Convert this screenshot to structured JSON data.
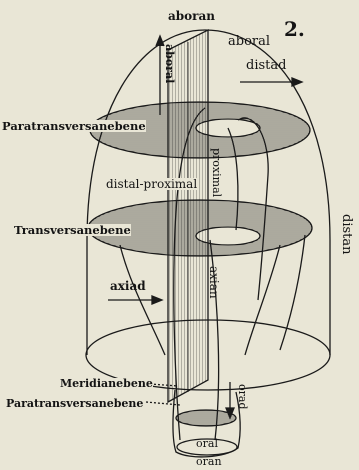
{
  "figure": {
    "number": "2.",
    "labels": {
      "aboran": "aboran",
      "aboral_top": "aboral",
      "abora_vertical": "aboral",
      "distad": "distad",
      "paratransversal_top": "Paratransversanebene",
      "proximal_vertical": "proximal",
      "distal_proximal": "distal-proximal",
      "transversal": "Transversanebene",
      "distan": "distan",
      "axiad": "axiad",
      "axian": "axian",
      "meridian": "Meridianebene",
      "paratransversal_bottom": "Paratransversanebene",
      "orad": "orad",
      "oral": "oral",
      "oran": "oran"
    }
  },
  "colors": {
    "background": "#e9e6d6",
    "ink": "#1a1a1a"
  }
}
